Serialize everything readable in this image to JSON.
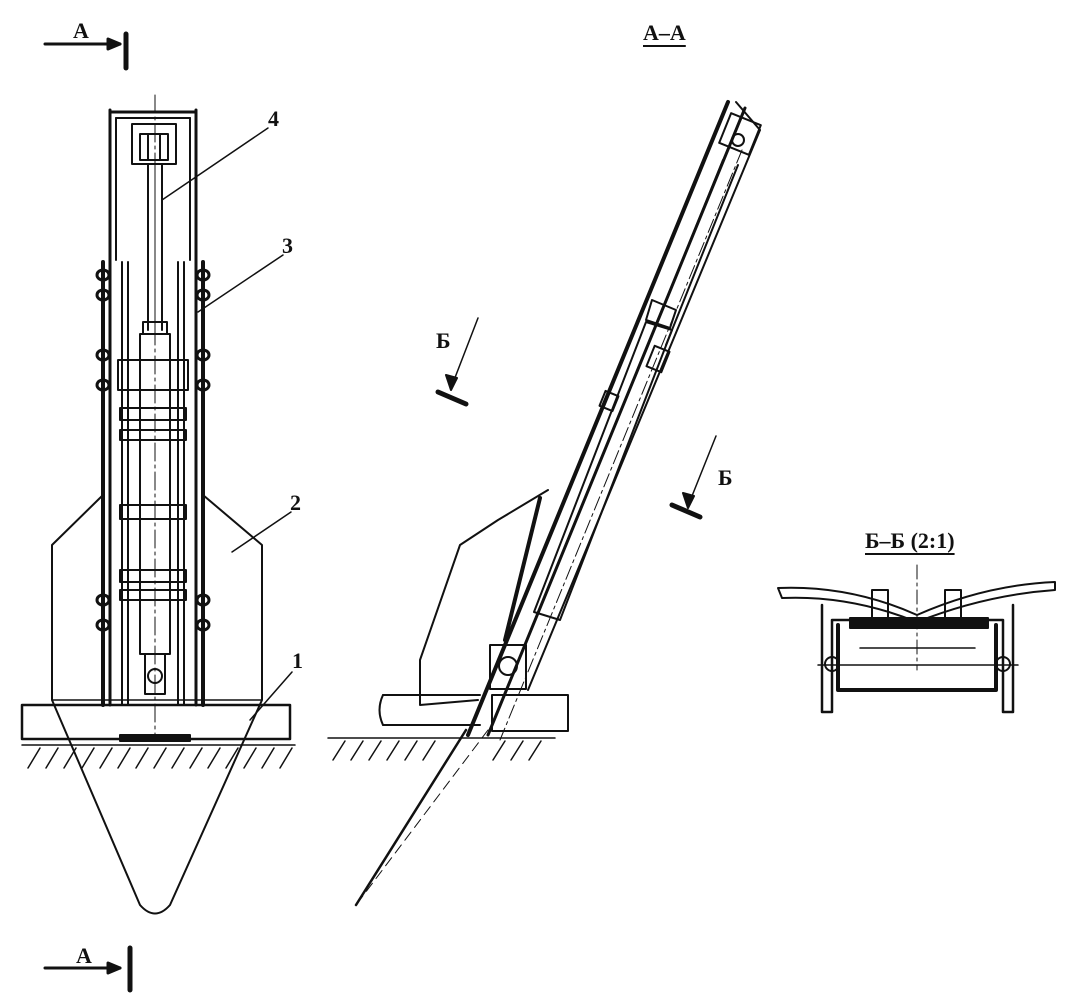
{
  "front_view": {
    "callouts": [
      "1",
      "2",
      "3",
      "4"
    ],
    "section_mark_top": "А",
    "section_mark_bottom": "А"
  },
  "section_view": {
    "title": "А–А",
    "cut_marks": [
      "Б",
      "Б"
    ]
  },
  "detail_view": {
    "title": "Б–Б (2:1)"
  },
  "colors": {
    "ink": "#111111",
    "paper": "#ffffff"
  }
}
